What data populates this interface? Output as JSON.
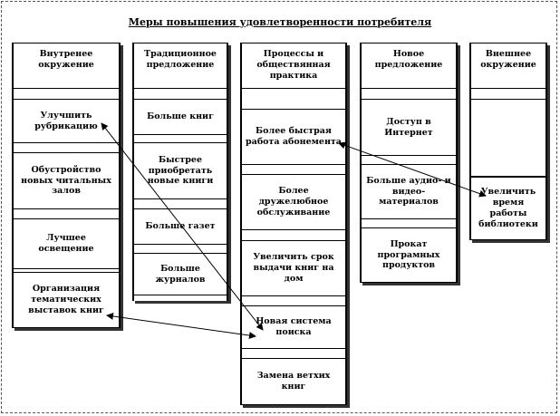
{
  "title": "Меры повышения удовлетворенности потребителя",
  "columns": [
    {
      "header": "Внутренее окружение",
      "cells": [
        "Улучшить рубрикацию",
        "Обустройство новых читальных залов",
        "Лучшее освещение",
        "Организация тематических выставок книг"
      ]
    },
    {
      "header": "Традиционное предложение",
      "cells": [
        "Больше книг",
        "Быстрее приобретать новые книги",
        "Больше газет",
        "Больше журналов"
      ]
    },
    {
      "header": "Процессы и обществянная практика",
      "cells": [
        "Более быстрая работа абонемента",
        "Более дружелюбное обслуживание",
        "Увеличить срок выдачи книг на дом",
        "Новая система поиска",
        "Замена ветхих книг"
      ]
    },
    {
      "header": "Новое предложение",
      "cells": [
        "Доступ в Интернет",
        "Больше аудио- и видео-материалов",
        "Прокат програмных продуктов"
      ]
    },
    {
      "header": "Внешнее окружение",
      "cells": [
        "",
        "Увеличить время работы библиотеки"
      ]
    }
  ]
}
